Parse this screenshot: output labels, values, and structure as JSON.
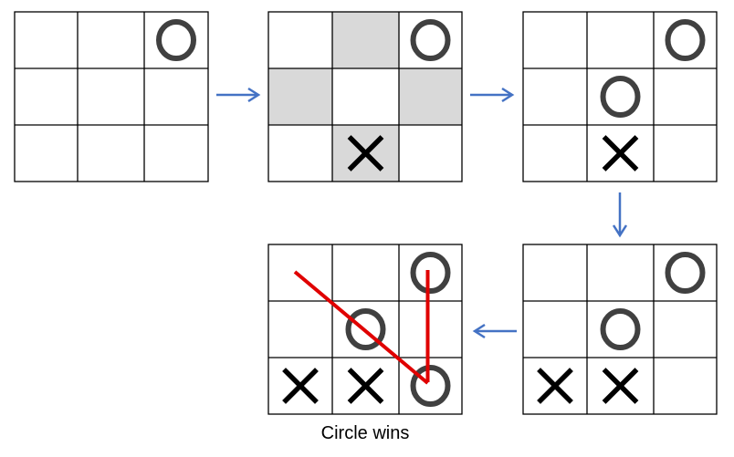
{
  "title": "",
  "caption": "Circle wins",
  "colors": {
    "grid_line": "#000000",
    "highlight_fill": "#d9d9d9",
    "circle_mark": "#404040",
    "cross_mark": "#000000",
    "arrow": "#4472c4",
    "win_line": "#e00000"
  },
  "boards": [
    {
      "name": "board-1",
      "cells": [
        "",
        "",
        "O",
        "",
        "",
        "",
        "",
        "",
        ""
      ],
      "highlighted": [],
      "win_lines": []
    },
    {
      "name": "board-2",
      "cells": [
        "",
        "",
        "O",
        "",
        "",
        "",
        "",
        "X",
        ""
      ],
      "highlighted": [
        1,
        3,
        5,
        7
      ],
      "win_lines": []
    },
    {
      "name": "board-3",
      "cells": [
        "",
        "",
        "O",
        "",
        "O",
        "",
        "",
        "X",
        ""
      ],
      "highlighted": [],
      "win_lines": []
    },
    {
      "name": "board-4",
      "cells": [
        "",
        "",
        "O",
        "",
        "O",
        "",
        "X",
        "X",
        ""
      ],
      "highlighted": [],
      "win_lines": []
    },
    {
      "name": "board-5",
      "cells": [
        "",
        "",
        "O",
        "",
        "O",
        "",
        "X",
        "X",
        "O"
      ],
      "highlighted": [],
      "win_lines": [
        {
          "from_cell": 0,
          "to_cell": 8
        },
        {
          "from_cell": 2,
          "to_cell": 8
        }
      ]
    }
  ],
  "arrows": [
    {
      "from": "board-1",
      "to": "board-2",
      "direction": "right"
    },
    {
      "from": "board-2",
      "to": "board-3",
      "direction": "right"
    },
    {
      "from": "board-3",
      "to": "board-4",
      "direction": "down"
    },
    {
      "from": "board-4",
      "to": "board-5",
      "direction": "left"
    }
  ]
}
